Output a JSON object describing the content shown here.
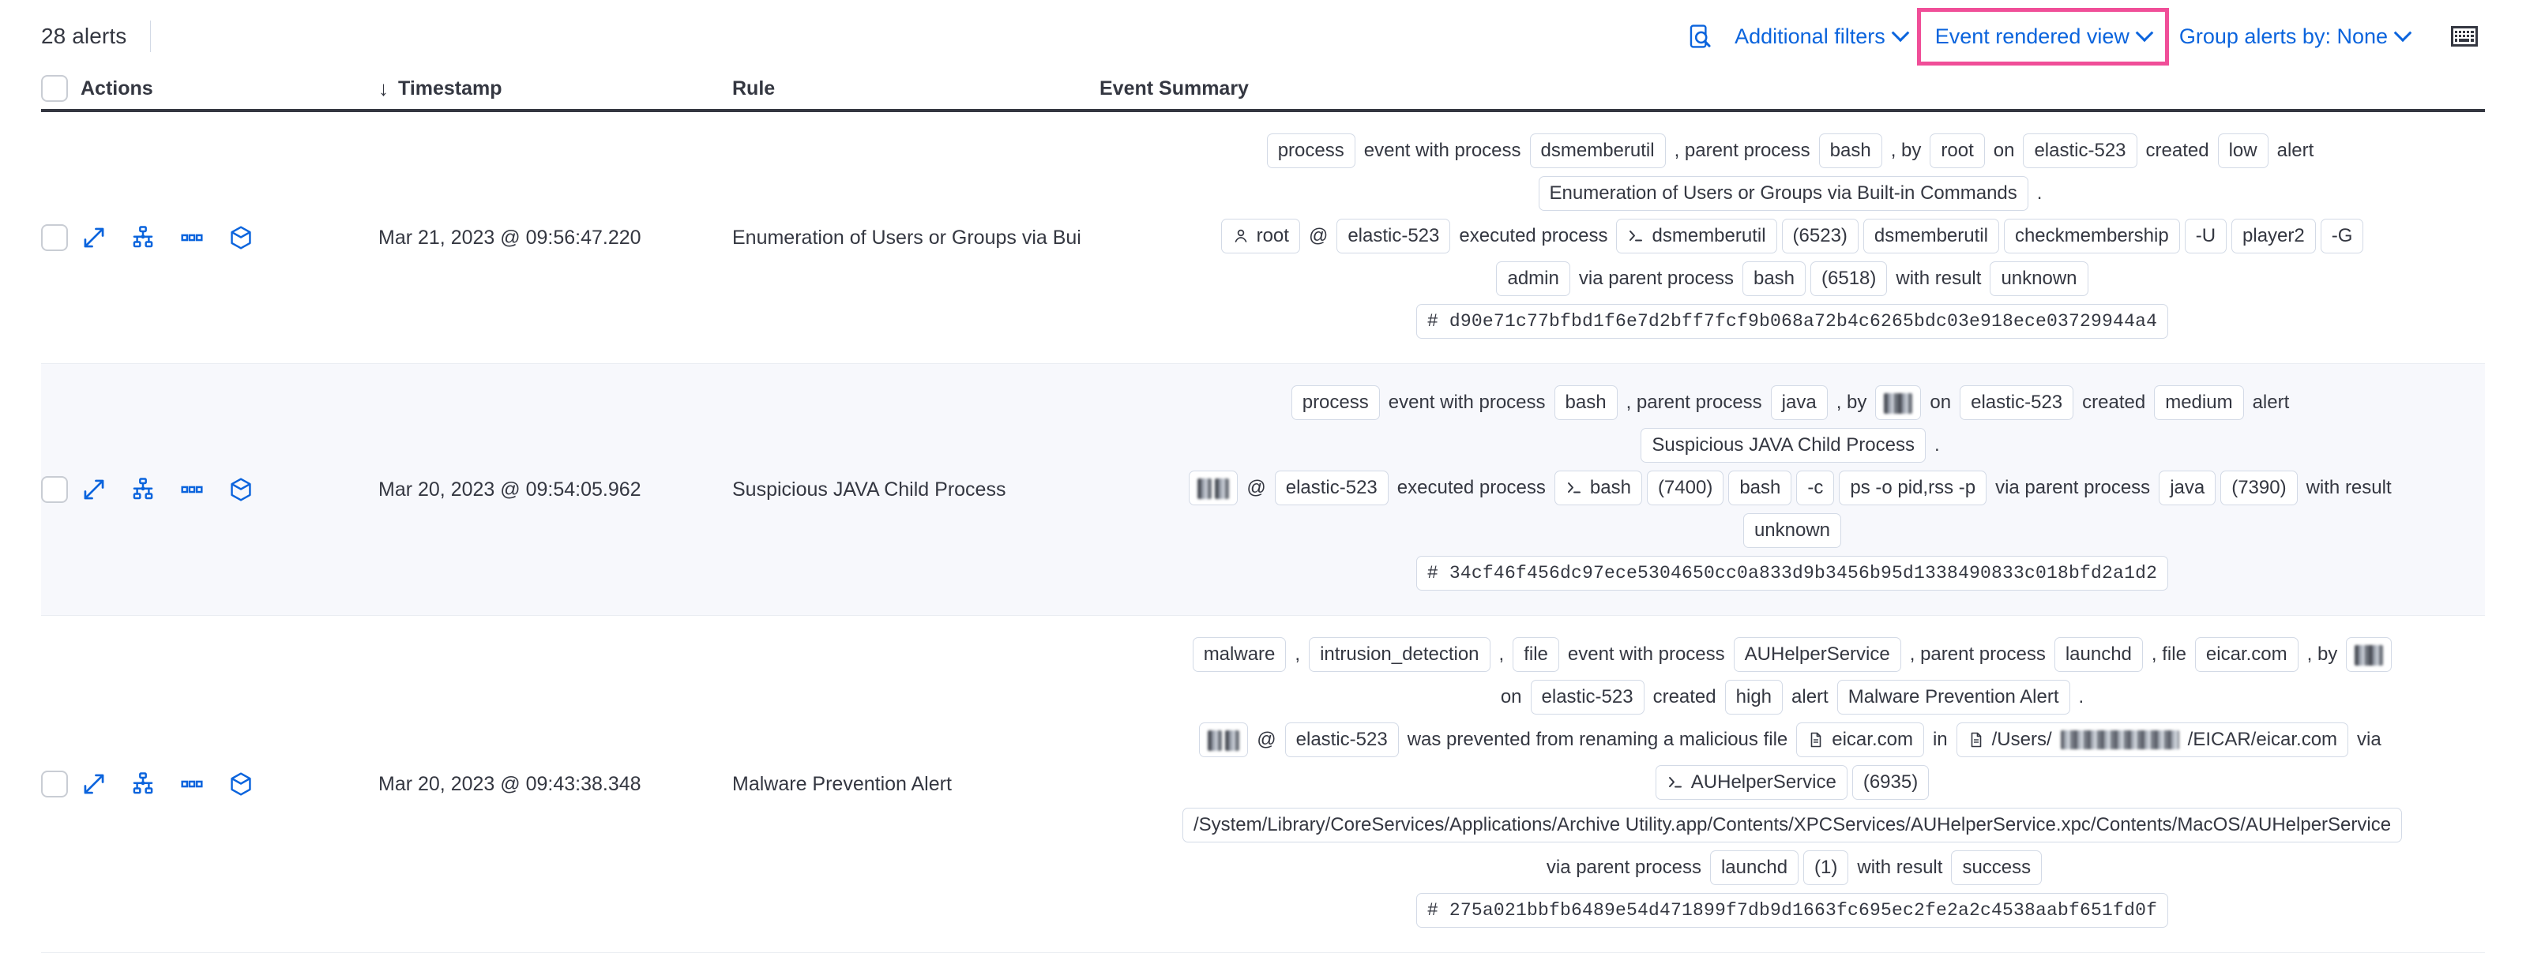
{
  "toolbar": {
    "alerts_count": "28 alerts",
    "inspect_icon": "inspect-query-icon",
    "additional_filters": "Additional filters",
    "event_rendered_view": "Event rendered view",
    "group_alerts_by": "Group alerts by: None",
    "keyboard_icon": "keyboard-shortcuts-icon",
    "highlight_color": "#f04e98",
    "link_color": "#0b64dd"
  },
  "table": {
    "headers": {
      "actions": "Actions",
      "timestamp": "Timestamp",
      "sort_arrow": "↓",
      "rule": "Rule",
      "event_summary": "Event Summary"
    },
    "row_actions": [
      "expand-icon",
      "analyze-event-icon",
      "more-actions-icon",
      "session-view-icon"
    ],
    "rows": [
      {
        "timestamp": "Mar 21, 2023 @ 09:56:47.220",
        "rule": "Enumeration of Users or Groups via Bui",
        "summary_lines": [
          [
            {
              "t": "tok",
              "v": "process"
            },
            {
              "t": "txt",
              "v": "event with process"
            },
            {
              "t": "tok",
              "v": "dsmemberutil"
            },
            {
              "t": "txt",
              "v": ", parent process"
            },
            {
              "t": "tok",
              "v": "bash"
            },
            {
              "t": "txt",
              "v": ", by"
            },
            {
              "t": "tok",
              "v": "root"
            },
            {
              "t": "txt",
              "v": "on"
            },
            {
              "t": "tok",
              "v": "elastic-523"
            },
            {
              "t": "txt",
              "v": "created"
            },
            {
              "t": "tok",
              "v": "low"
            },
            {
              "t": "txt",
              "v": "alert"
            }
          ],
          [
            {
              "t": "tok",
              "v": "Enumeration of Users or Groups via Built-in Commands"
            },
            {
              "t": "txt",
              "v": "."
            }
          ],
          [
            {
              "t": "tok",
              "v": "root",
              "icon": "user-icon"
            },
            {
              "t": "txt",
              "v": "@"
            },
            {
              "t": "tok",
              "v": "elastic-523"
            },
            {
              "t": "txt",
              "v": "executed process"
            },
            {
              "t": "tok",
              "v": "dsmemberutil",
              "icon": "console-icon"
            },
            {
              "t": "tok",
              "v": "(6523)"
            },
            {
              "t": "tok",
              "v": "dsmemberutil"
            },
            {
              "t": "tok",
              "v": "checkmembership"
            },
            {
              "t": "tok",
              "v": "-U"
            },
            {
              "t": "tok",
              "v": "player2"
            },
            {
              "t": "tok",
              "v": "-G"
            }
          ],
          [
            {
              "t": "tok",
              "v": "admin"
            },
            {
              "t": "txt",
              "v": "via parent process"
            },
            {
              "t": "tok",
              "v": "bash"
            },
            {
              "t": "tok",
              "v": "(6518)"
            },
            {
              "t": "txt",
              "v": "with result"
            },
            {
              "t": "tok",
              "v": "unknown"
            }
          ],
          [
            {
              "t": "tok",
              "v": "#  d90e71c77bfbd1f6e7d2bff7fcf9b068a72b4c6265bdc03e918ece03729944a4",
              "mono": true
            }
          ]
        ]
      },
      {
        "timestamp": "Mar 20, 2023 @ 09:54:05.962",
        "rule": "Suspicious JAVA Child Process",
        "summary_lines": [
          [
            {
              "t": "tok",
              "v": "process"
            },
            {
              "t": "txt",
              "v": "event with process"
            },
            {
              "t": "tok",
              "v": "bash"
            },
            {
              "t": "txt",
              "v": ", parent process"
            },
            {
              "t": "tok",
              "v": "java"
            },
            {
              "t": "txt",
              "v": ", by"
            },
            {
              "t": "tok",
              "v": "",
              "redacted": 1
            },
            {
              "t": "txt",
              "v": "on"
            },
            {
              "t": "tok",
              "v": "elastic-523"
            },
            {
              "t": "txt",
              "v": "created"
            },
            {
              "t": "tok",
              "v": "medium"
            },
            {
              "t": "txt",
              "v": "alert"
            }
          ],
          [
            {
              "t": "tok",
              "v": "Suspicious JAVA Child Process"
            },
            {
              "t": "txt",
              "v": "."
            }
          ],
          [
            {
              "t": "tok",
              "v": "",
              "redacted": 2
            },
            {
              "t": "txt",
              "v": "@"
            },
            {
              "t": "tok",
              "v": "elastic-523"
            },
            {
              "t": "txt",
              "v": "executed process"
            },
            {
              "t": "tok",
              "v": "bash",
              "icon": "console-icon"
            },
            {
              "t": "tok",
              "v": "(7400)"
            },
            {
              "t": "tok",
              "v": "bash"
            },
            {
              "t": "tok",
              "v": "-c"
            },
            {
              "t": "tok",
              "v": "ps -o pid,rss -p"
            },
            {
              "t": "txt",
              "v": "via parent process"
            },
            {
              "t": "tok",
              "v": "java"
            },
            {
              "t": "tok",
              "v": "(7390)"
            },
            {
              "t": "txt",
              "v": "with result"
            }
          ],
          [
            {
              "t": "tok",
              "v": "unknown"
            }
          ],
          [
            {
              "t": "tok",
              "v": "#  34cf46f456dc97ece5304650cc0a833d9b3456b95d1338490833c018bfd2a1d2",
              "mono": true
            }
          ]
        ]
      },
      {
        "timestamp": "Mar 20, 2023 @ 09:43:38.348",
        "rule": "Malware Prevention Alert",
        "summary_lines": [
          [
            {
              "t": "tok",
              "v": "malware"
            },
            {
              "t": "txt",
              "v": ","
            },
            {
              "t": "tok",
              "v": "intrusion_detection"
            },
            {
              "t": "txt",
              "v": ","
            },
            {
              "t": "tok",
              "v": "file"
            },
            {
              "t": "txt",
              "v": "event with process"
            },
            {
              "t": "tok",
              "v": "AUHelperService"
            },
            {
              "t": "txt",
              "v": ", parent process"
            },
            {
              "t": "tok",
              "v": "launchd"
            },
            {
              "t": "txt",
              "v": ", file"
            },
            {
              "t": "tok",
              "v": "eicar.com"
            },
            {
              "t": "txt",
              "v": ", by"
            },
            {
              "t": "tok",
              "v": "",
              "redacted": 1
            }
          ],
          [
            {
              "t": "txt",
              "v": "on"
            },
            {
              "t": "tok",
              "v": "elastic-523"
            },
            {
              "t": "txt",
              "v": "created"
            },
            {
              "t": "tok",
              "v": "high"
            },
            {
              "t": "txt",
              "v": "alert"
            },
            {
              "t": "tok",
              "v": "Malware Prevention Alert"
            },
            {
              "t": "txt",
              "v": "."
            }
          ],
          [
            {
              "t": "tok",
              "v": "",
              "redacted": 2
            },
            {
              "t": "txt",
              "v": "@"
            },
            {
              "t": "tok",
              "v": "elastic-523"
            },
            {
              "t": "txt",
              "v": "was prevented from renaming a malicious file"
            },
            {
              "t": "tok",
              "v": "eicar.com",
              "icon": "file-icon"
            },
            {
              "t": "txt",
              "v": "in"
            },
            {
              "t": "tok",
              "v": "/Users/████/EICAR/eicar.com",
              "icon": "file-icon",
              "path_redacted": true
            },
            {
              "t": "txt",
              "v": "via"
            }
          ],
          [
            {
              "t": "tok",
              "v": "AUHelperService",
              "icon": "console-icon"
            },
            {
              "t": "tok",
              "v": "(6935)"
            }
          ],
          [
            {
              "t": "tok",
              "v": "/System/Library/CoreServices/Applications/Archive Utility.app/Contents/XPCServices/AUHelperService.xpc/Contents/MacOS/AUHelperService"
            }
          ],
          [
            {
              "t": "txt",
              "v": "via parent process"
            },
            {
              "t": "tok",
              "v": "launchd"
            },
            {
              "t": "tok",
              "v": "(1)"
            },
            {
              "t": "txt",
              "v": "with result"
            },
            {
              "t": "tok",
              "v": "success"
            }
          ],
          [
            {
              "t": "tok",
              "v": "#  275a021bbfb6489e54d471899f7db9d1663fc695ec2fe2a2c4538aabf651fd0f",
              "mono": true
            }
          ]
        ]
      }
    ]
  }
}
